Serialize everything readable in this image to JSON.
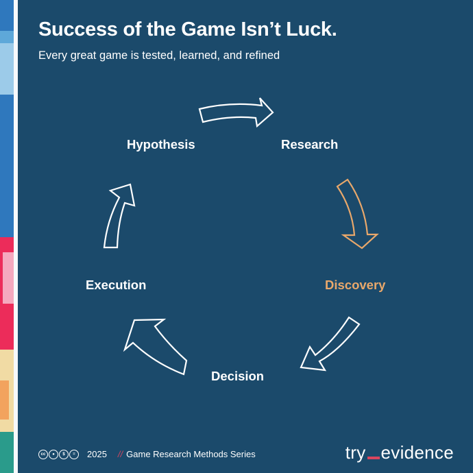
{
  "header": {
    "title": "Success of the Game Isn’t Luck.",
    "subtitle": "Every great game is tested, learned, and refined"
  },
  "cycle": {
    "nodes": [
      {
        "label": "Research",
        "highlighted": false
      },
      {
        "label": "Discovery",
        "highlighted": true
      },
      {
        "label": "Decision",
        "highlighted": false
      },
      {
        "label": "Execution",
        "highlighted": false
      },
      {
        "label": "Hypothesis",
        "highlighted": false
      }
    ],
    "arrows": [
      {
        "from": "Hypothesis",
        "to": "Research",
        "color": "#ffffff"
      },
      {
        "from": "Research",
        "to": "Discovery",
        "color": "#e9a86b"
      },
      {
        "from": "Discovery",
        "to": "Decision",
        "color": "#ffffff"
      },
      {
        "from": "Decision",
        "to": "Execution",
        "color": "#ffffff"
      },
      {
        "from": "Execution",
        "to": "Hypothesis",
        "color": "#ffffff"
      }
    ]
  },
  "footer": {
    "license_icons": [
      "cc",
      "by",
      "nc",
      "nd"
    ],
    "year": "2025",
    "separator": "//",
    "series": "Game Research Methods Series",
    "logo_left": "try",
    "logo_right": "evidence"
  },
  "colors": {
    "background": "#1b4a6b",
    "text": "#ffffff",
    "highlight": "#e9a86b",
    "accent": "#d9455f",
    "strip": [
      "#2f78bd",
      "#5ea8d9",
      "#9ccbe9",
      "#ec2c5a",
      "#f5a9bf",
      "#f1dba4",
      "#f2a35e",
      "#2a9b8b"
    ]
  }
}
